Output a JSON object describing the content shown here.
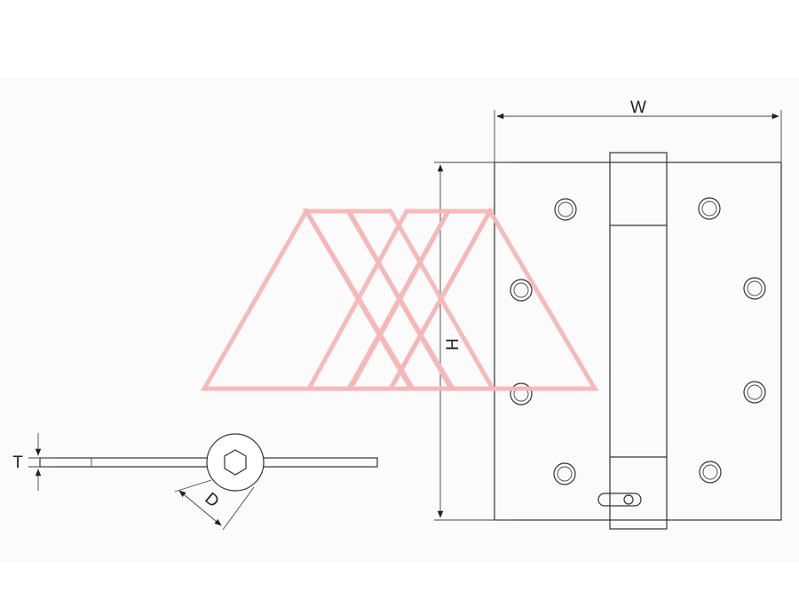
{
  "labels": {
    "width": "W",
    "height": "H",
    "thickness": "T",
    "diameter": "D"
  },
  "colors": {
    "line": "#333333",
    "watermark": "#f4b7b7",
    "background": "#ffffff"
  },
  "icons": {
    "watermark": "double-triangle-x-logo",
    "pin_head": "hex-socket-icon"
  }
}
